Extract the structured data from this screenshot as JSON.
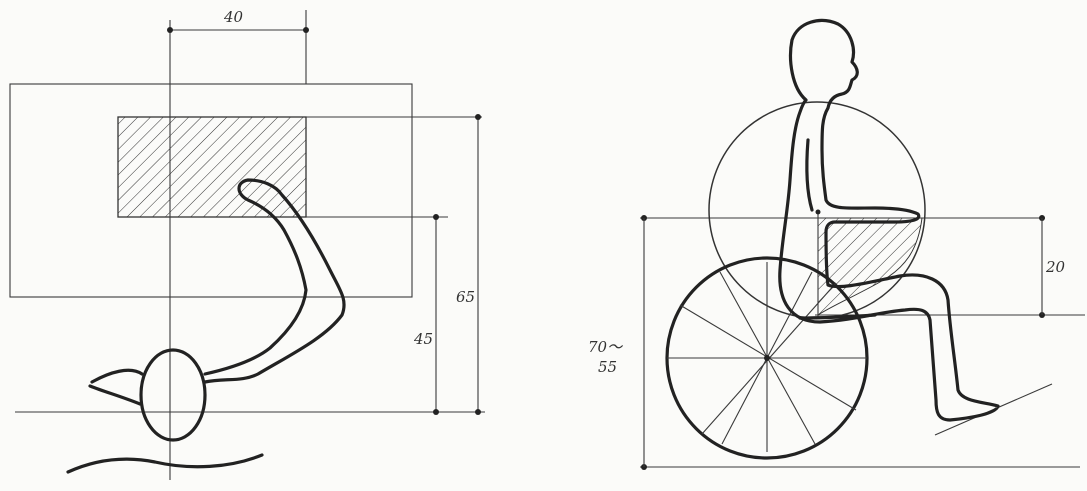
{
  "top_view": {
    "width_label": "40",
    "height_outer_label": "65",
    "height_inner_label": "45"
  },
  "side_view": {
    "armrest_label": "20",
    "range_label_top": "70～",
    "range_label_bottom": "55"
  },
  "colors": {
    "ink": "#222222",
    "paper": "#fbfbf9"
  }
}
